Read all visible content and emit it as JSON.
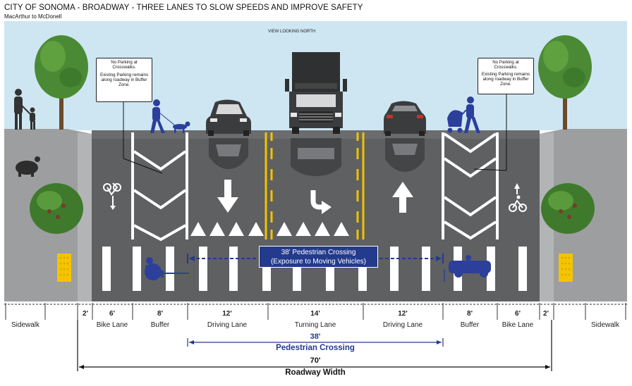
{
  "header": {
    "title": "CITY OF SONOMA - BROADWAY - THREE LANES TO SLOW SPEEDS AND IMPROVE SAFETY",
    "subtitle": "MacArthur to McDonell",
    "view_label": "VIEW LOOKING NORTH"
  },
  "notes": {
    "left": {
      "line1": "No Parking at Crosswalks.",
      "line2": "Existing Parking remains along roadway in Buffer Zone."
    },
    "right": {
      "line1": "No Parking at Crosswalks.",
      "line2": "Existing Parking remains along roadway in Buffer Zone."
    }
  },
  "pedestrian_box": {
    "line1": "38' Pedestrian Crossing",
    "line2": "(Exposure to Moving Vehicles)"
  },
  "segments": [
    {
      "width": "",
      "label": "Sidewalk"
    },
    {
      "width": "2'",
      "label": ""
    },
    {
      "width": "6'",
      "label": "Bike Lane"
    },
    {
      "width": "8'",
      "label": "Buffer"
    },
    {
      "width": "12'",
      "label": "Driving Lane"
    },
    {
      "width": "14'",
      "label": "Turning Lane"
    },
    {
      "width": "12'",
      "label": "Driving Lane"
    },
    {
      "width": "8'",
      "label": "Buffer"
    },
    {
      "width": "6'",
      "label": "Bike Lane"
    },
    {
      "width": "2'",
      "label": ""
    },
    {
      "width": "",
      "label": "Sidewalk"
    }
  ],
  "crossing": {
    "width": "38'",
    "label": "Pedestrian Crossing"
  },
  "roadway": {
    "width": "70'",
    "label": "Roadway Width"
  },
  "colors": {
    "sky": "#cde6f2",
    "asphalt": "#5f6062",
    "sidewalk": "#9d9ea0",
    "lane_yellow": "#f2c200",
    "crossing_blue": "#243a8c",
    "tree_green": "#4b8a34"
  },
  "icons": [
    "tree-icon",
    "pedestrian-adult-child-icon",
    "dog-walker-icon",
    "stroller-pedestrian-icon",
    "car-icon",
    "truck-icon",
    "bicycle-icon",
    "left-turn-arrow-icon",
    "straight-arrow-icon",
    "tactile-paving-icon",
    "shrub-icon",
    "tortoise-icon",
    "wheelchair-user-icon",
    "mobility-scooter-icon"
  ]
}
